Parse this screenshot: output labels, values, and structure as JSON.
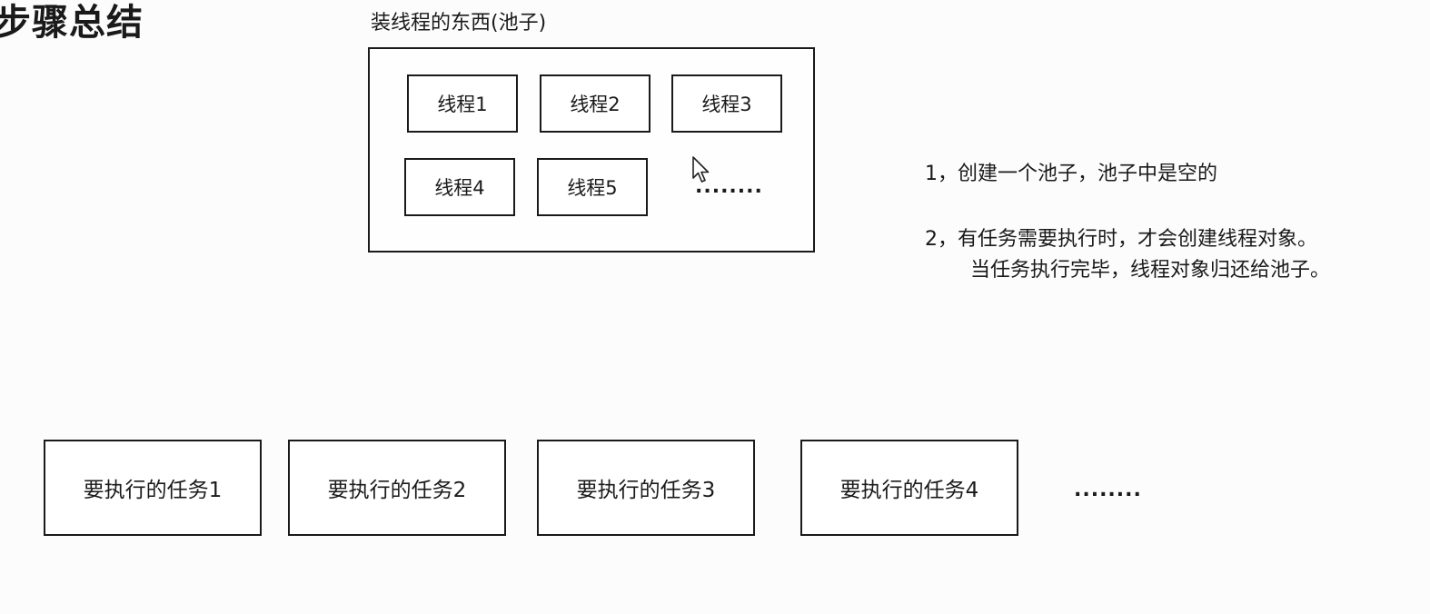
{
  "title": "步骤总结",
  "pool": {
    "label": "装线程的东西(池子)",
    "threads": [
      "线程1",
      "线程2",
      "线程3",
      "线程4",
      "线程5"
    ],
    "ellipsis": "........"
  },
  "steps": {
    "step1": "1，创建一个池子，池子中是空的",
    "step2_line1": "2，有任务需要执行时，才会创建线程对象。",
    "step2_line2": "当任务执行完毕，线程对象归还给池子。"
  },
  "tasks": {
    "items": [
      "要执行的任务1",
      "要执行的任务2",
      "要执行的任务3",
      "要执行的任务4"
    ],
    "ellipsis": "........"
  },
  "cursor_icon": "mouse-pointer-icon"
}
